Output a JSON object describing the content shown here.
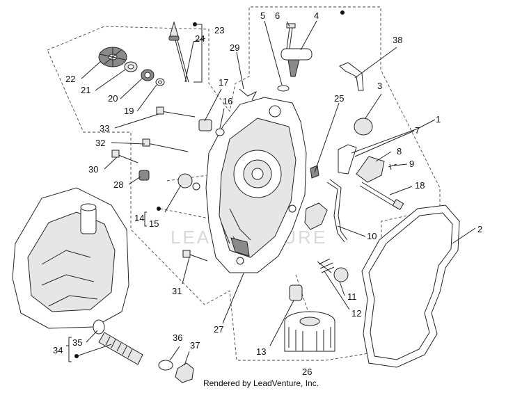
{
  "callouts": [
    "1",
    "2",
    "3",
    "4",
    "5",
    "6",
    "7",
    "8",
    "9",
    "10",
    "11",
    "12",
    "13",
    "14",
    "15",
    "16",
    "17",
    "18",
    "19",
    "20",
    "21",
    "22",
    "23",
    "24",
    "25",
    "26",
    "27",
    "28",
    "29",
    "30",
    "31",
    "32",
    "33",
    "34",
    "35",
    "36",
    "37",
    "38"
  ],
  "watermark": "LEADVENTURE",
  "footer": "Rendered by LeadVenture, Inc."
}
